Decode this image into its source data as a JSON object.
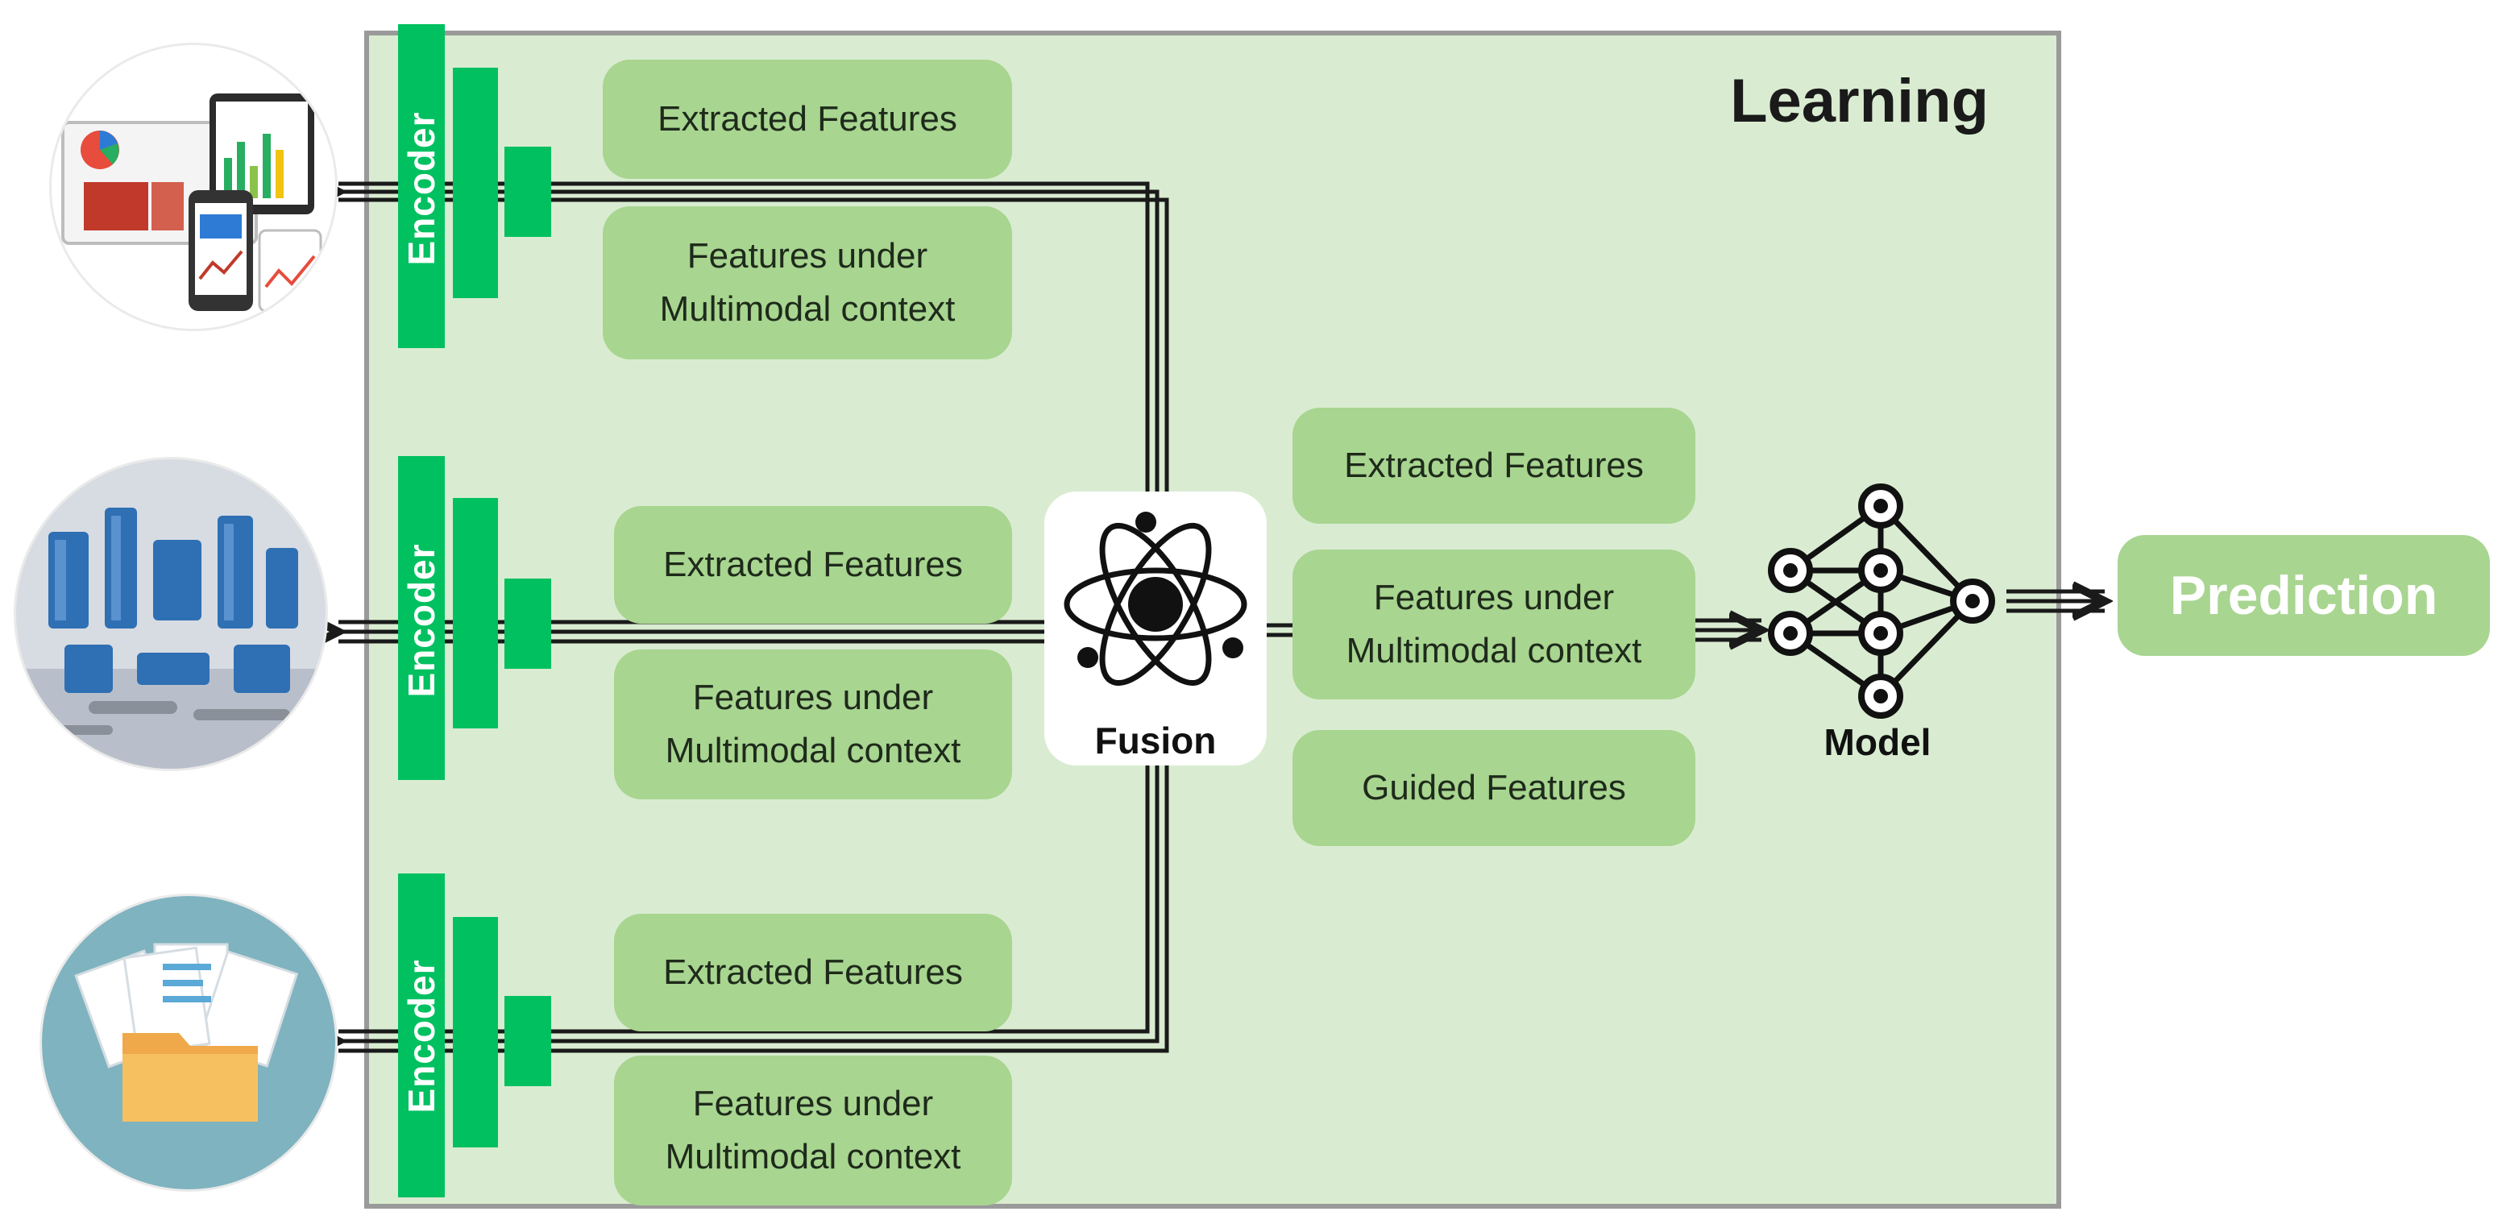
{
  "panel": {
    "title": "Learning"
  },
  "encoders": [
    {
      "label": "Encoder",
      "extracted": "Extracted Features",
      "multimodal": "Features under\nMultimodal context",
      "source_icon": "dashboard-devices-icon"
    },
    {
      "label": "Encoder",
      "extracted": "Extracted Features",
      "multimodal": "Features under\nMultimodal context",
      "source_icon": "industrial-sensors-icon"
    },
    {
      "label": "Encoder",
      "extracted": "Extracted Features",
      "multimodal": "Features under\nMultimodal context",
      "source_icon": "document-folder-icon"
    }
  ],
  "fusion": {
    "label": "Fusion",
    "icon": "atom-icon"
  },
  "fused_features": {
    "extracted": "Extracted Features",
    "multimodal": "Features under\nMultimodal context",
    "guided": "Guided Features"
  },
  "model": {
    "label": "Model",
    "icon": "neural-network-icon"
  },
  "prediction": {
    "label": "Prediction"
  },
  "colors": {
    "panel": "#d9ecd1",
    "feature": "#a8d590",
    "encoder": "#00c060",
    "border": "#9a9a9a"
  }
}
